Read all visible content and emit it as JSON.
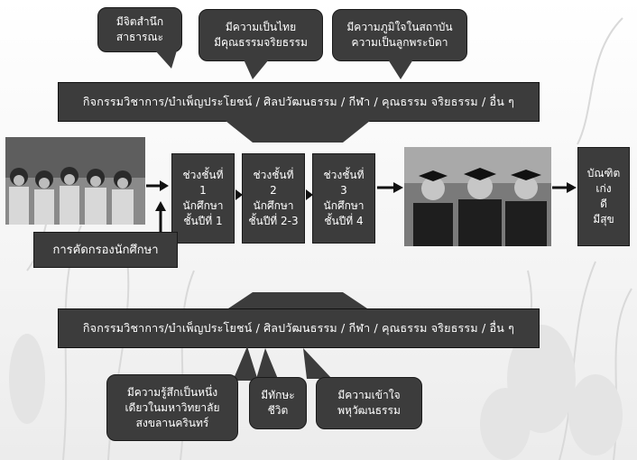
{
  "top_bubbles": [
    "มีจิตสำนึก\nสาธารณะ",
    "มีความเป็นไทย\nมีคุณธรรมจริยธรรม",
    "มีความภูมิใจในสถาบัน\nความเป็นลูกพระบิดา"
  ],
  "activity_banner_top": "กิจกรรมวิชาการ/บำเพ็ญประโยชน์ / ศิลปวัฒนธรรม / กีฬา / คุณธรรม จริยธรรม / อื่น ๆ",
  "activity_banner_bottom": "กิจกรรมวิชาการ/บำเพ็ญประโยชน์ / ศิลปวัฒนธรรม / กีฬา / คุณธรรม จริยธรรม / อื่น ๆ",
  "phases": [
    {
      "title": "ช่วงชั้นที่",
      "number": "1",
      "group": "นักศึกษา",
      "year": "ชั้นปีที่ 1"
    },
    {
      "title": "ช่วงชั้นที่",
      "number": "2",
      "group": "นักศึกษา",
      "year": "ชั้นปีที่ 2-3"
    },
    {
      "title": "ช่วงชั้นที่",
      "number": "3",
      "group": "นักศึกษา",
      "year": "ชั้นปีที่ 4"
    }
  ],
  "screening_label": "การคัดกรองนักศึกษา",
  "graduate_box": [
    "บัณฑิต",
    "เก่ง",
    "ดี",
    "มีสุข"
  ],
  "bottom_bubbles": [
    "มีความรู้สึกเป็นหนึ่ง\nเดียวในมหาวิทยาลัย\nสงขลานครินทร์",
    "มีทักษะ\nชีวิต",
    "มีความเข้าใจ\nพหุวัฒนธรรม"
  ],
  "colors": {
    "box": "#3c3c3c",
    "text": "#ffffff",
    "arrow": "#111111"
  }
}
